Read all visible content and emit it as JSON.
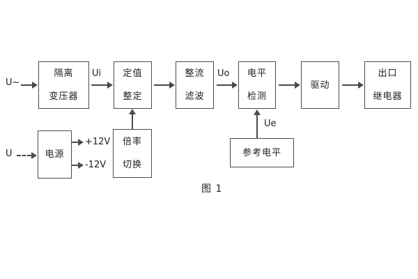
{
  "figure": {
    "caption": "图 1",
    "inputs": {
      "ac": "U~",
      "dc": "U"
    },
    "signals": {
      "ui": "Ui",
      "uo": "Uo",
      "ue": "Ue"
    },
    "rails": {
      "positive": "+12V",
      "negative": "-12V"
    },
    "blocks": {
      "isolation_transformer": "隔离\n变压器",
      "value_setting": "定值\n整定",
      "rectifier_filter": "整流\n滤波",
      "level_detection": "电平\n检测",
      "driver": "驱动",
      "output_relay": "出口\n继电器",
      "power_supply": "电源",
      "ratio_switch": "倍率\n切换",
      "reference_level": "参考电平"
    }
  },
  "colors": {
    "line": "#4a4a4a",
    "text": "#222222",
    "background": "#ffffff"
  }
}
